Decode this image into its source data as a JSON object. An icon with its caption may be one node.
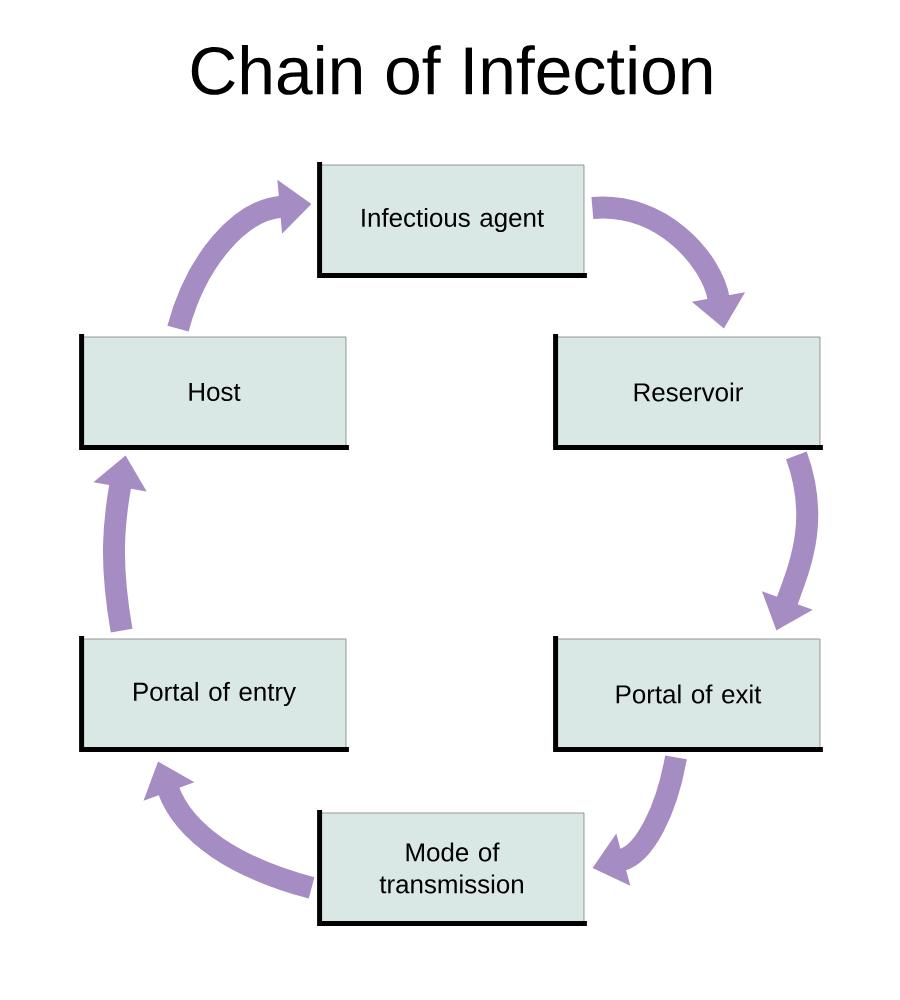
{
  "diagram": {
    "title": "Chain of Infection",
    "nodes": [
      {
        "text": [
          "Infectious agent"
        ]
      },
      {
        "text": [
          "Host"
        ]
      },
      {
        "text": [
          "Reservoir"
        ]
      },
      {
        "text": [
          "Portal of entry"
        ]
      },
      {
        "text": [
          "Portal of exit"
        ]
      },
      {
        "text": [
          "Mode of transmission"
        ]
      }
    ],
    "edges": [
      {
        "from": 0,
        "to": 2,
        "arrow": "to"
      },
      {
        "from": 2,
        "to": 4,
        "arrow": "to"
      },
      {
        "from": 4,
        "to": 5,
        "arrow": "to"
      },
      {
        "from": 5,
        "to": 3,
        "arrow": "to"
      },
      {
        "from": 3,
        "to": 1,
        "arrow": "to"
      },
      {
        "from": 1,
        "to": 0,
        "arrow": "to"
      }
    ]
  }
}
